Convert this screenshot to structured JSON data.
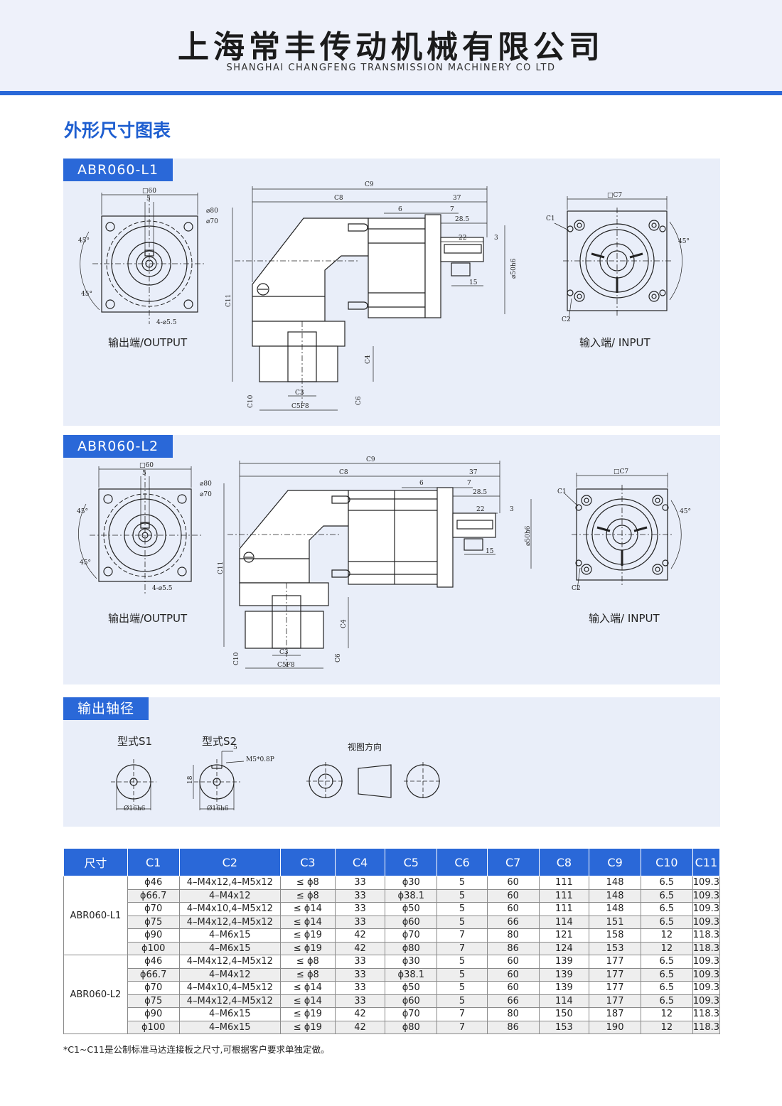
{
  "header": {
    "company_cn": "上海常丰传动机械有限公司",
    "company_en": "SHANGHAI CHANGFENG TRANSMISSION MACHINERY CO LTD"
  },
  "page_title": "外形尺寸图表",
  "sections": {
    "l1": {
      "tag": "ABR060-L1",
      "output_label": "输出端/OUTPUT",
      "input_label": "输入端/ INPUT"
    },
    "l2": {
      "tag": "ABR060-L2",
      "output_label": "输出端/OUTPUT",
      "input_label": "输入端/ INPUT"
    },
    "shaft": {
      "tag": "输出轴径",
      "s1_label": "型式S1",
      "s2_label": "型式S2",
      "view_label": "视图方向"
    }
  },
  "drawing_labels": {
    "sq60": "□60",
    "five": "5",
    "d80": "⌀80",
    "d70": "⌀70",
    "hole": "4-⌀5.5",
    "deg45": "45°",
    "c1": "C1",
    "c2": "C2",
    "c3": "C3",
    "c4": "C4",
    "c5": "C5F8",
    "c6": "C6",
    "c7": "□C7",
    "c8": "C8",
    "c9": "C9",
    "c10": "C10",
    "c11": "C11",
    "d37": "37",
    "d6": "6",
    "d7": "7",
    "d28": "28.5",
    "d22": "22",
    "d3": "3",
    "d15": "15",
    "d50": "⌀50h6",
    "shaft_d": "Ø16h6",
    "h18": "18",
    "m5": "M5*0.8P"
  },
  "table": {
    "headers": [
      "尺寸",
      "C1",
      "C2",
      "C3",
      "C4",
      "C5",
      "C6",
      "C7",
      "C8",
      "C9",
      "C10",
      "C11"
    ],
    "groups": [
      {
        "model": "ABR060-L1",
        "rows": [
          [
            "ϕ46",
            "4–M4x12,4–M5x12",
            "≤ ϕ8",
            "33",
            "ϕ30",
            "5",
            "60",
            "111",
            "148",
            "6.5",
            "109.3"
          ],
          [
            "ϕ66.7",
            "4–M4x12",
            "≤ ϕ8",
            "33",
            "ϕ38.1",
            "5",
            "60",
            "111",
            "148",
            "6.5",
            "109.3"
          ],
          [
            "ϕ70",
            "4–M4x10,4–M5x12",
            "≤ ϕ14",
            "33",
            "ϕ50",
            "5",
            "60",
            "111",
            "148",
            "6.5",
            "109.3"
          ],
          [
            "ϕ75",
            "4–M4x12,4–M5x12",
            "≤ ϕ14",
            "33",
            "ϕ60",
            "5",
            "66",
            "114",
            "151",
            "6.5",
            "109.3"
          ],
          [
            "ϕ90",
            "4–M6x15",
            "≤ ϕ19",
            "42",
            "ϕ70",
            "7",
            "80",
            "121",
            "158",
            "12",
            "118.3"
          ],
          [
            "ϕ100",
            "4–M6x15",
            "≤ ϕ19",
            "42",
            "ϕ80",
            "7",
            "86",
            "124",
            "153",
            "12",
            "118.3"
          ]
        ]
      },
      {
        "model": "ABR060-L2",
        "rows": [
          [
            "ϕ46",
            "4–M4x12,4–M5x12",
            "≤ ϕ8",
            "33",
            "ϕ30",
            "5",
            "60",
            "139",
            "177",
            "6.5",
            "109.3"
          ],
          [
            "ϕ66.7",
            "4–M4x12",
            "≤ ϕ8",
            "33",
            "ϕ38.1",
            "5",
            "60",
            "139",
            "177",
            "6.5",
            "109.3"
          ],
          [
            "ϕ70",
            "4–M4x10,4–M5x12",
            "≤ ϕ14",
            "33",
            "ϕ50",
            "5",
            "60",
            "139",
            "177",
            "6.5",
            "109.3"
          ],
          [
            "ϕ75",
            "4–M4x12,4–M5x12",
            "≤ ϕ14",
            "33",
            "ϕ60",
            "5",
            "66",
            "114",
            "177",
            "6.5",
            "109.3"
          ],
          [
            "ϕ90",
            "4–M6x15",
            "≤ ϕ19",
            "42",
            "ϕ70",
            "7",
            "80",
            "150",
            "187",
            "12",
            "118.3"
          ],
          [
            "ϕ100",
            "4–M6x15",
            "≤ ϕ19",
            "42",
            "ϕ80",
            "7",
            "86",
            "153",
            "190",
            "12",
            "118.3"
          ]
        ]
      }
    ]
  },
  "footnote": "*C1~C11是公制标准马达连接板之尺寸,可根据客户要求单独定做。"
}
